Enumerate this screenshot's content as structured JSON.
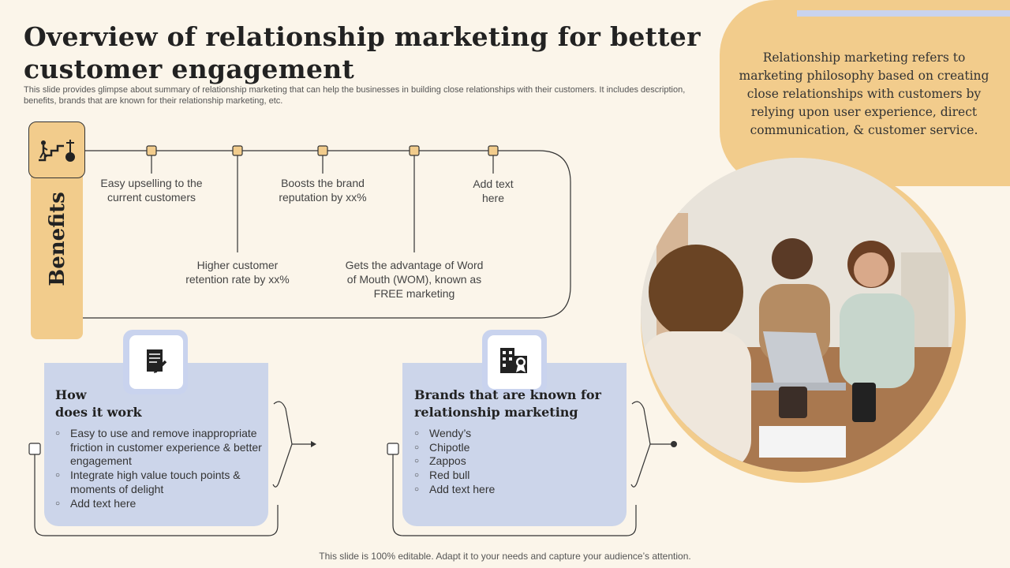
{
  "header": {
    "title": "Overview of relationship marketing for better customer engagement",
    "subtitle": "This slide provides glimpse about summary of relationship marketing that can help the businesses in building close relationships with their customers. It includes description, benefits, brands that are known for their relationship marketing, etc."
  },
  "definition": "Relationship marketing refers to marketing philosophy based on creating close relationships with customers by relying upon user experience, direct communication, & customer service.",
  "benefits": {
    "label": "Benefits",
    "icon": "stairs-target-icon",
    "items": [
      {
        "text": "Easy upselling to the current customers"
      },
      {
        "text": "Higher customer retention rate by xx%"
      },
      {
        "text": "Boosts the brand reputation by xx%"
      },
      {
        "text": "Gets the advantage of Word of Mouth (WOM), known as FREE marketing"
      },
      {
        "text": "Add text here"
      }
    ]
  },
  "how_it_works": {
    "title_line1": "How",
    "title_line2": "does it work",
    "icon": "document-pen-icon",
    "items": [
      "Easy to use and remove inappropriate friction in customer experience & better engagement",
      "Integrate high value touch points & moments of delight",
      "Add text here"
    ]
  },
  "brands": {
    "title_line1": "Brands that are known for",
    "title_line2": "relationship marketing",
    "icon": "buildings-badge-icon",
    "items": [
      "Wendy’s",
      "Chipotle",
      "Zappos",
      "Red bull",
      "Add text here"
    ]
  },
  "footer": "This slide is 100% editable. Adapt it to your needs and capture your audience’s attention.",
  "colors": {
    "accent": "#f2cc8c",
    "card": "#ccd5ea",
    "background": "#fbf5ea"
  }
}
